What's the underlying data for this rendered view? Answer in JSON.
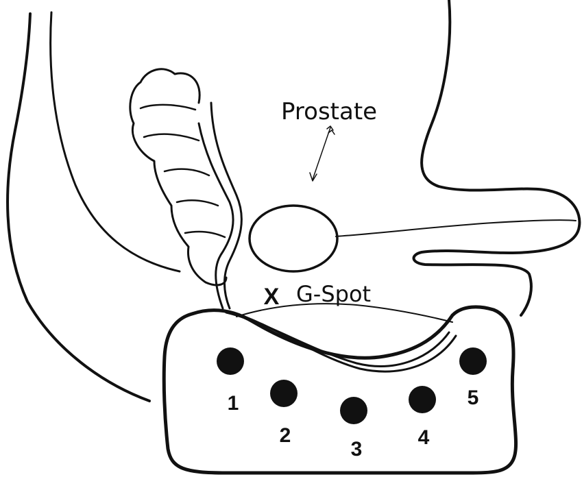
{
  "labels": {
    "prostate": "Prostate",
    "marker": "X",
    "gspot": "G-Spot"
  },
  "dots": [
    {
      "label": "1"
    },
    {
      "label": "2"
    },
    {
      "label": "3"
    },
    {
      "label": "4"
    },
    {
      "label": "5"
    }
  ]
}
